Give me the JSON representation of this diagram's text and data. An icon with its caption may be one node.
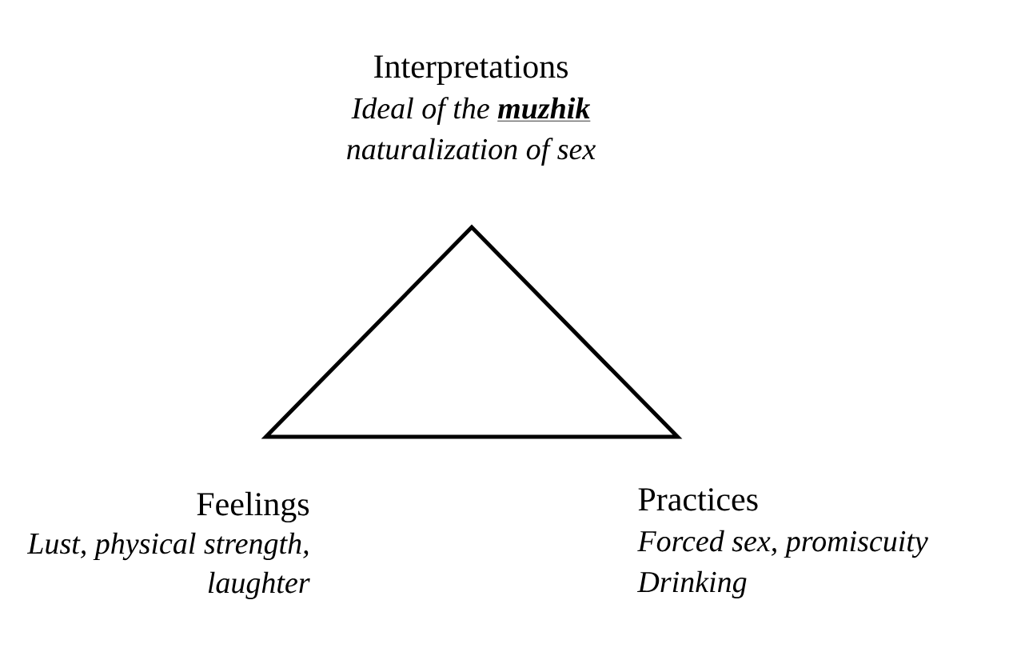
{
  "diagram": {
    "nodes": [
      {
        "text": [],
        "shape": "triangle",
        "beside": [
          "Interpretations",
          "Ideal of the **muzhik**",
          "naturalization of sex",
          "Feelings",
          "Lust, physical strength, laughter",
          "Practices",
          "Forced sex, promiscuity",
          "Drinking"
        ]
      }
    ]
  }
}
